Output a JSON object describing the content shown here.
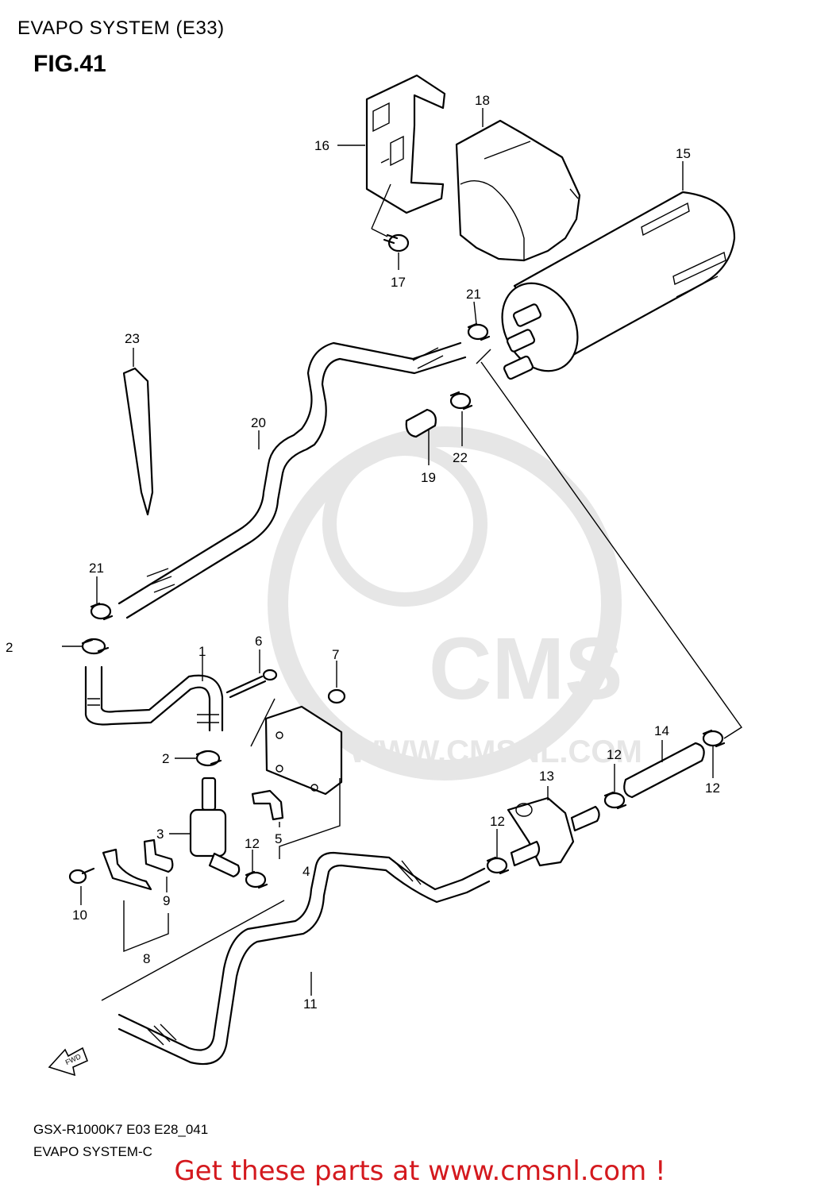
{
  "header": {
    "title": "EVAPO SYSTEM (E33)",
    "figure": "FIG.41"
  },
  "callouts": {
    "c1": "1",
    "c2a": "2",
    "c2b": "2",
    "c3": "3",
    "c4": "4",
    "c5": "5",
    "c6": "6",
    "c7": "7",
    "c8": "8",
    "c9": "9",
    "c10": "10",
    "c11": "11",
    "c12a": "12",
    "c12b": "12",
    "c12c": "12",
    "c12d": "12",
    "c13": "13",
    "c14": "14",
    "c15": "15",
    "c16": "16",
    "c17": "17",
    "c18": "18",
    "c19": "19",
    "c20": "20",
    "c21a": "21",
    "c21b": "21",
    "c22": "22",
    "c23": "23"
  },
  "watermark": {
    "brand": "CMS",
    "url": "WWW.CMSNL.COM"
  },
  "fwd_label": "FWD",
  "footer": {
    "model_code": "GSX-R1000K7 E03 E28_041",
    "diagram_name": "EVAPO SYSTEM-C",
    "promo": "Get these parts at www.cmsnl.com !"
  },
  "colors": {
    "promo": "#d4191e",
    "watermark": "#e6e6e6",
    "line": "#000000"
  }
}
